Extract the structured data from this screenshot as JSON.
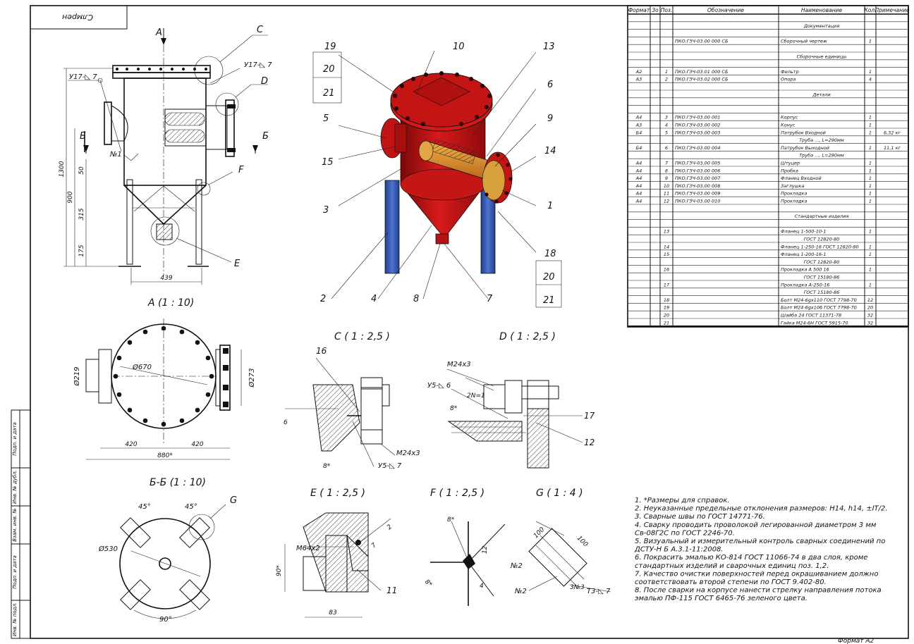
{
  "stamp": {
    "mirrored_label": "Слмрен"
  },
  "format_label": "Формат А2",
  "side_stamp": [
    "Подп. и дата",
    "Инв. № дубл.",
    "Взам. инв. №",
    "Подп. и дата",
    "Инв. № подл."
  ],
  "views": {
    "main": {
      "arrow_a": "А",
      "section_b_left": "Б",
      "section_b_right": "Б",
      "weld_left": "У17-◺ 7",
      "weld_right": "У17-◺ 7",
      "callout_c": "С",
      "callout_d": "D",
      "callout_e": "E",
      "callout_f": "F",
      "no1": "№1",
      "dim_1300": "1300",
      "dim_900": "900",
      "dim_50": "50",
      "dim_315": "315",
      "dim_175": "175",
      "dim_439": "439"
    },
    "view_a": {
      "title": "А (1 : 10)",
      "dia_670": "Ø670",
      "dia_219": "Ø219",
      "dia_273": "Ø273",
      "dim_420_l": "420",
      "dim_420_r": "420",
      "dim_880": "880*"
    },
    "view_bb": {
      "title": "Б-Б (1 : 10)",
      "angle_l": "45°",
      "angle_r": "45°",
      "dia_530": "Ø530",
      "angle_90": "90°",
      "callout_g": "G"
    },
    "view_c": {
      "title": "С ( 1 : 2,5 )",
      "pos_16": "16",
      "bolt": "M24x3",
      "weld": "У5-◺ 7",
      "dim_6": "6",
      "dim_8": "8*"
    },
    "view_d": {
      "title": "D ( 1 : 2,5 )",
      "bolt": "M24x3",
      "weld": "У5-◺ 6",
      "weld2": "2N=1",
      "dim_8": "8*",
      "pos_17": "17",
      "pos_12": "12"
    },
    "view_e": {
      "title": "E ( 1 : 2,5 )",
      "thread": "M64x2",
      "dim_90": "90*",
      "dim_83": "83",
      "dim_7": "7",
      "dim_2": "2",
      "pos_11": "11"
    },
    "view_f": {
      "title": "F ( 1 : 2,5 )",
      "dim_8": "8*",
      "dim_12": "12",
      "dim_4": "4",
      "dim_8b": "8*"
    },
    "view_g": {
      "title": "G ( 1 : 4 )",
      "dim_100a": "100",
      "dim_100b": "100",
      "no2a": "№2",
      "no2b": "№2",
      "no3": "3№3",
      "weld": "Т3-◺ 7"
    }
  },
  "iso": {
    "colors": {
      "body": "#c81414",
      "body_dark": "#8a0a0a",
      "leg": "#3757b8",
      "filter": "#e0902a"
    },
    "labels": {
      "p19": "19",
      "p20a": "20",
      "p21a": "21",
      "p10": "10",
      "p13": "13",
      "p6": "6",
      "p9": "9",
      "p14": "14",
      "p5": "5",
      "p15": "15",
      "p3": "3",
      "p1": "1",
      "p18": "18",
      "p20b": "20",
      "p21b": "21",
      "p2": "2",
      "p4": "4",
      "p8": "8",
      "p7": "7"
    }
  },
  "spec": {
    "headers": [
      "Формат",
      "Зо",
      "Поз.",
      "Обозначение",
      "Наименование",
      "Кол.",
      "Примечание"
    ],
    "rows": [
      [
        "",
        "",
        "",
        "",
        "",
        "",
        ""
      ],
      [
        "",
        "",
        "",
        "",
        "Документация",
        "",
        ""
      ],
      [
        "",
        "",
        "",
        "",
        "",
        "",
        ""
      ],
      [
        "",
        "",
        "",
        "ПКО.ГЗЧ-03.00 000 СБ",
        "Сборочный чертеж",
        "1",
        ""
      ],
      [
        "",
        "",
        "",
        "",
        "",
        "",
        ""
      ],
      [
        "",
        "",
        "",
        "",
        "Сборочные единицы",
        "",
        ""
      ],
      [
        "",
        "",
        "",
        "",
        "",
        "",
        ""
      ],
      [
        "А2",
        "",
        "1",
        "ПКО.ГЗЧ-03.01 000 СБ",
        "Фильтр",
        "1",
        ""
      ],
      [
        "А3",
        "",
        "2",
        "ПКО.ГЗЧ-03.02 000 СБ",
        "Опора",
        "4",
        ""
      ],
      [
        "",
        "",
        "",
        "",
        "",
        "",
        ""
      ],
      [
        "",
        "",
        "",
        "",
        "Детали",
        "",
        ""
      ],
      [
        "",
        "",
        "",
        "",
        "",
        "",
        ""
      ],
      [
        "",
        "",
        "",
        "",
        "",
        "",
        ""
      ],
      [
        "А4",
        "",
        "3",
        "ПКО.ГЗЧ-03.00 001",
        "Корпус",
        "1",
        ""
      ],
      [
        "А3",
        "",
        "4",
        "ПКО.ГЗЧ-03.00 002",
        "Конус",
        "1",
        ""
      ],
      [
        "Б4",
        "",
        "5",
        "ПКО.ГЗЧ-03.00 003",
        "Патрубок Входной",
        "1",
        "6,32 кг"
      ],
      [
        "",
        "",
        "",
        "",
        "Труба ..., L=290мм",
        "",
        ""
      ],
      [
        "Б4",
        "",
        "6",
        "ПКО.ГЗЧ-03.00 004",
        "Патрубок Выходной",
        "1",
        "11,1 кг"
      ],
      [
        "",
        "",
        "",
        "",
        "Труба ..., L=290мм",
        "",
        ""
      ],
      [
        "А4",
        "",
        "7",
        "ПКО.ГЗЧ-03.00 005",
        "Штуцер",
        "1",
        ""
      ],
      [
        "А4",
        "",
        "8",
        "ПКО.ГЗЧ-03.00 006",
        "Пробка",
        "1",
        ""
      ],
      [
        "А4",
        "",
        "9",
        "ПКО.ГЗЧ-03.00 007",
        "Фланец Входной",
        "1",
        ""
      ],
      [
        "А4",
        "",
        "10",
        "ПКО.ГЗЧ-03.00 008",
        "Заглушка",
        "1",
        ""
      ],
      [
        "А4",
        "",
        "11",
        "ПКО.ГЗЧ-03.00 009",
        "Прокладка",
        "1",
        ""
      ],
      [
        "А4",
        "",
        "12",
        "ПКО.ГЗЧ-03.00 010",
        "Прокладка",
        "1",
        ""
      ],
      [
        "",
        "",
        "",
        "",
        "",
        "",
        ""
      ],
      [
        "",
        "",
        "",
        "",
        "Стандартные изделия",
        "",
        ""
      ],
      [
        "",
        "",
        "",
        "",
        "",
        "",
        ""
      ],
      [
        "",
        "",
        "13",
        "",
        "Фланец 1-500-10-1",
        "1",
        ""
      ],
      [
        "",
        "",
        "",
        "",
        "ГОСТ 12820-80",
        "",
        ""
      ],
      [
        "",
        "",
        "14",
        "",
        "Фланец 1-250-16 ГОСТ 12820-80",
        "1",
        ""
      ],
      [
        "",
        "",
        "15",
        "",
        "Фланец 1-200-16-1",
        "1",
        ""
      ],
      [
        "",
        "",
        "",
        "",
        "ГОСТ 12820-80",
        "",
        ""
      ],
      [
        "",
        "",
        "16",
        "",
        "Прокладка А 500 16",
        "1",
        ""
      ],
      [
        "",
        "",
        "",
        "",
        "ГОСТ 15180-86",
        "",
        ""
      ],
      [
        "",
        "",
        "17",
        "",
        "Прокладка А-250-16",
        "1",
        ""
      ],
      [
        "",
        "",
        "",
        "",
        "ГОСТ 15180-86",
        "",
        ""
      ],
      [
        "",
        "",
        "18",
        "",
        "Болт М24-6gх110 ГОСТ 7798-70",
        "12",
        ""
      ],
      [
        "",
        "",
        "19",
        "",
        "Болт М24-6gх106 ГОСТ 7798-70",
        "20",
        ""
      ],
      [
        "",
        "",
        "20",
        "",
        "Шайба 24 ГОСТ 11371-78",
        "32",
        ""
      ],
      [
        "",
        "",
        "21",
        "",
        "Гайка М24-6Н ГОСТ 5915-70",
        "32",
        ""
      ]
    ]
  },
  "notes": [
    "1.   *Размеры для справок.",
    "2.   Неуказанные предельные отклонения размеров: Н14, h14, ±IT/2.",
    "3.   Сварные швы по ГОСТ 14771-76.",
    "4.   Сварку проводить проволокой легированной диаметром 3 мм",
    "      Св-08Г2С по ГОСТ 2246-70.",
    "5.   Визуальный и измерительный контроль сварных соединений по",
    "      ДСТУ-Н Б А.3.1-11:2008.",
    "6.   Покрасить эмалью КО-814 ГОСТ 11066-74 в два слоя, кроме",
    "      стандартных изделий и сварочных единиц поз. 1,2.",
    "7.   Качество очистки поверхностей перед окрашиванием должно",
    "      соответствовать второй степени по ГОСТ 9.402-80.",
    "8.   После сварки на корпусе нанести стрелку направления потока",
    "      эмалью ПФ-115 ГОСТ 6465-76 зеленого цвета."
  ]
}
